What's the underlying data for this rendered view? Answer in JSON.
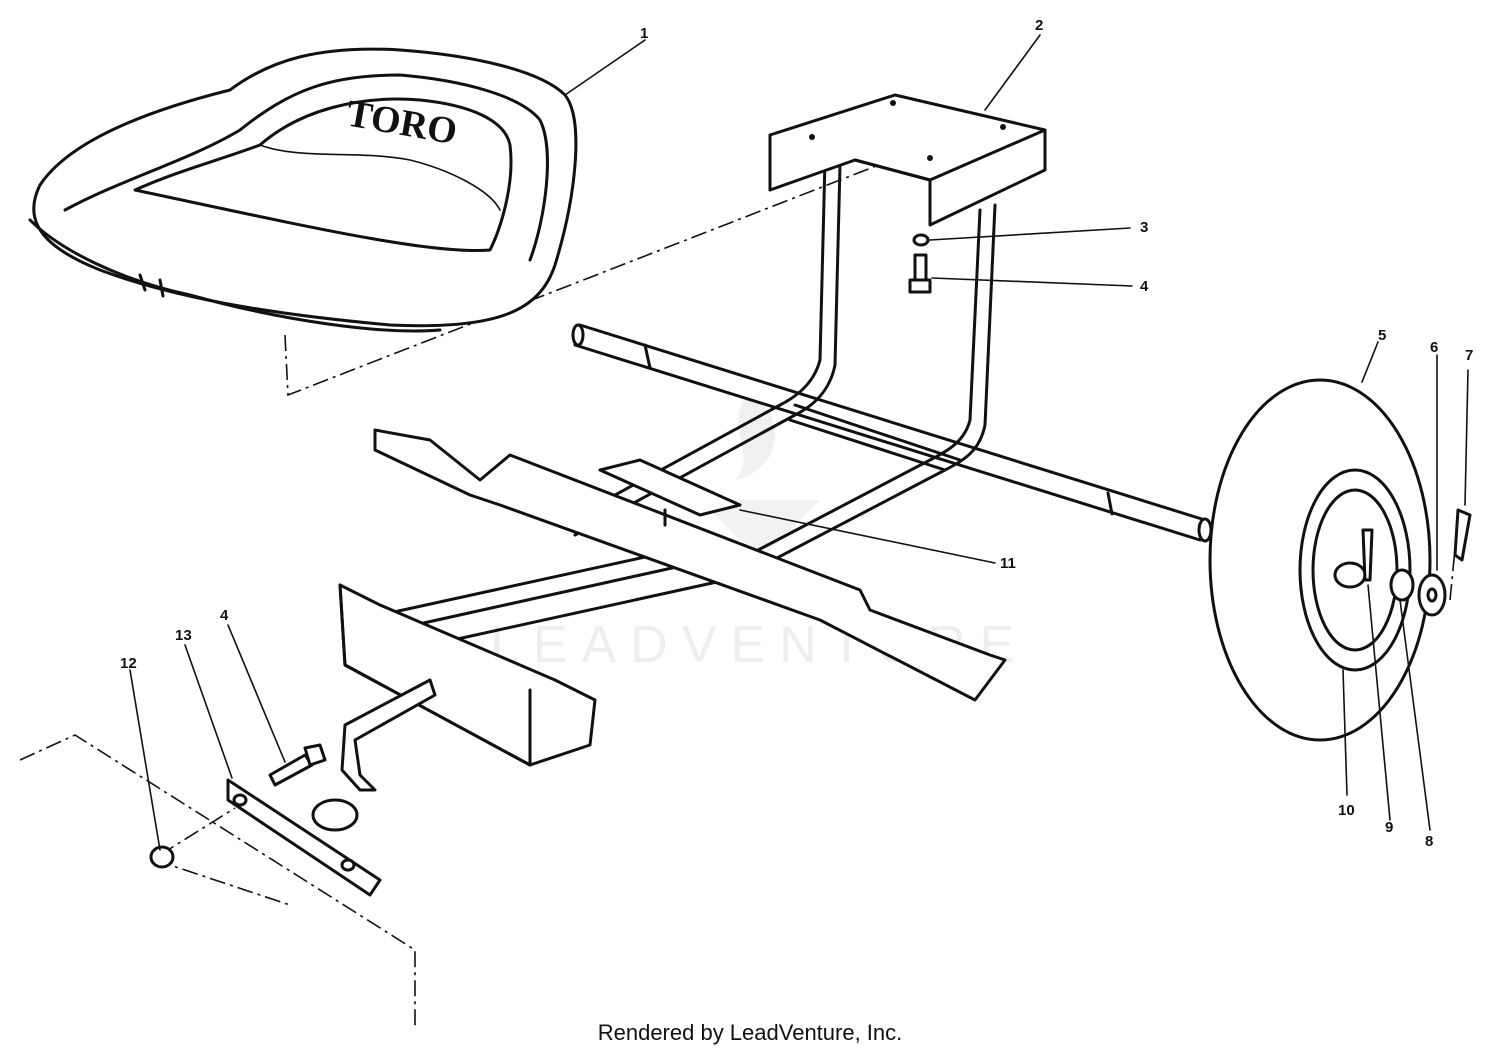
{
  "brand_logo": "TORO",
  "watermark": "LEADVENTURE",
  "credit": "Rendered by LeadVenture, Inc.",
  "callouts": [
    "1",
    "2",
    "3",
    "4",
    "4",
    "5",
    "6",
    "7",
    "8",
    "9",
    "10",
    "11",
    "12",
    "13"
  ]
}
